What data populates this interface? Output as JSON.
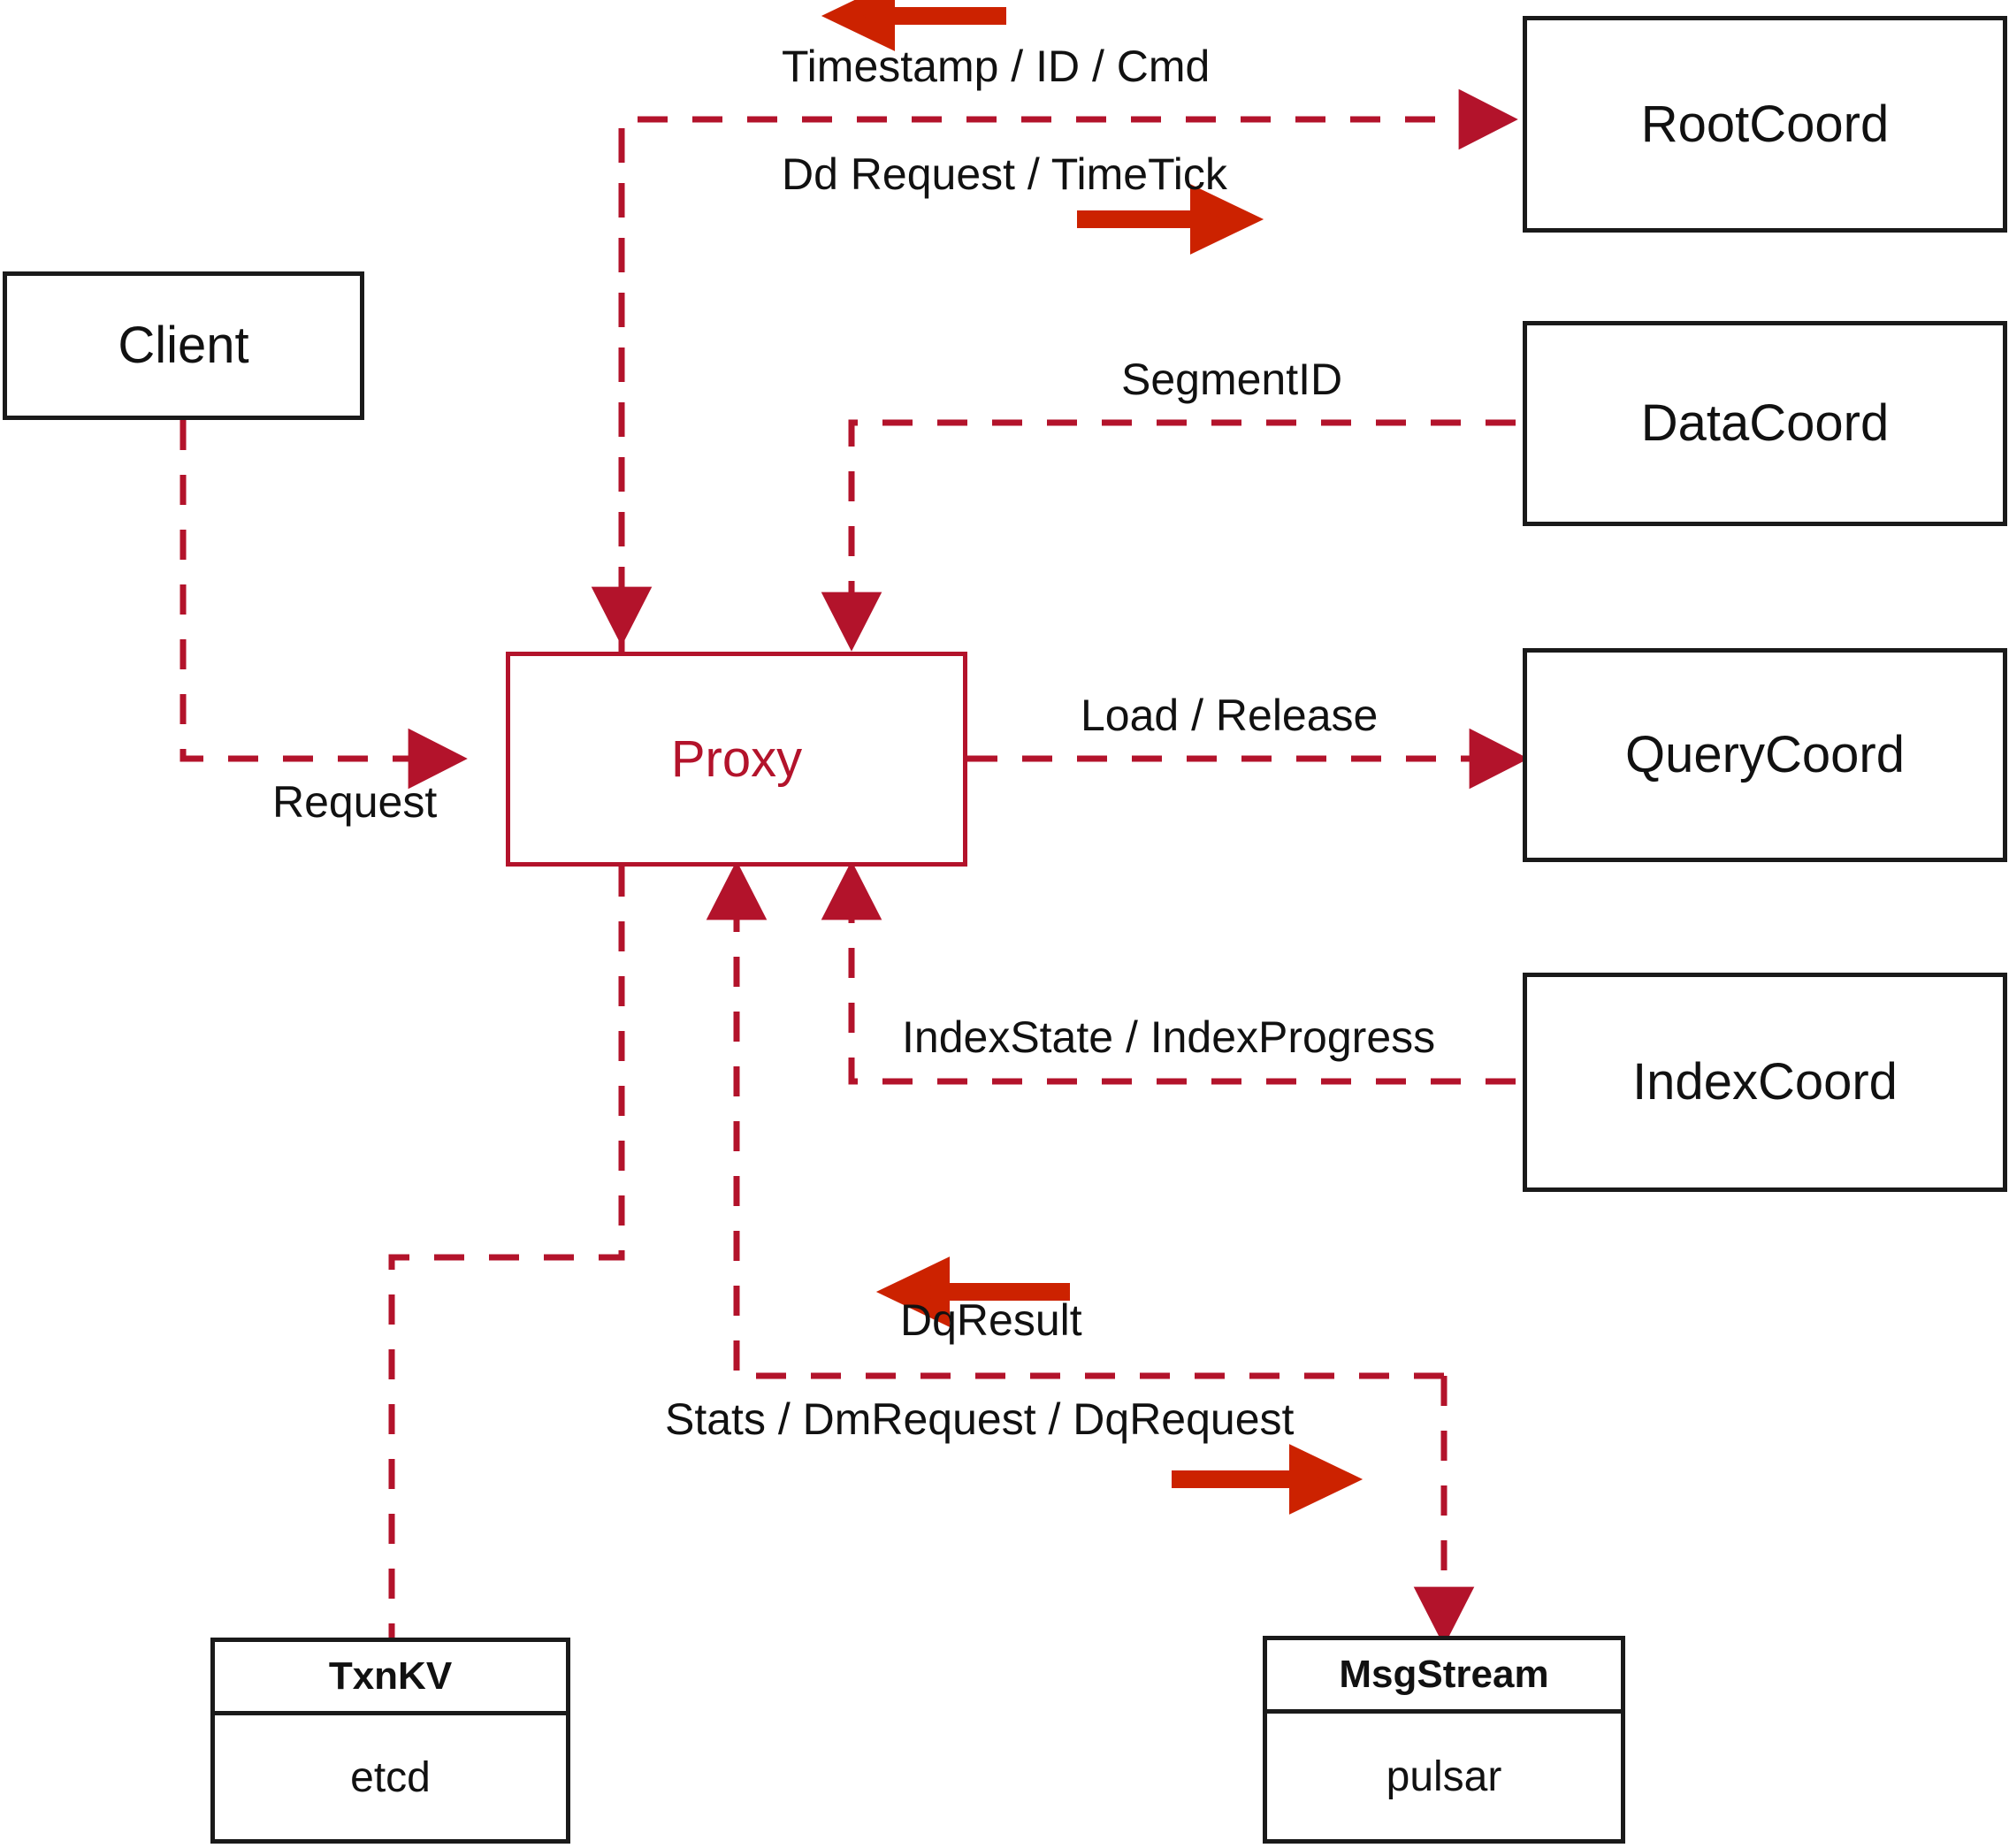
{
  "diagram": {
    "title": "Proxy component interaction diagram",
    "colors": {
      "node_stroke": "#1a1a1a",
      "proxy_stroke": "#b3132b",
      "flow_line": "#b3132b",
      "arrow_legend": "#cc2200",
      "background": "#ffffff",
      "text": "#111111"
    },
    "nodes": [
      {
        "id": "client",
        "label": "Client"
      },
      {
        "id": "proxy",
        "label": "Proxy"
      },
      {
        "id": "rootcoord",
        "label": "RootCoord"
      },
      {
        "id": "datacoord",
        "label": "DataCoord"
      },
      {
        "id": "querycoord",
        "label": "QueryCoord"
      },
      {
        "id": "indexcoord",
        "label": "IndexCoord"
      }
    ],
    "stacked_nodes": [
      {
        "id": "txnkv",
        "header": "TxnKV",
        "body": "etcd"
      },
      {
        "id": "msgstream",
        "header": "MsgStream",
        "body": "pulsar"
      }
    ],
    "edge_labels": [
      {
        "id": "timestamp-id-cmd",
        "text": "Timestamp / ID / Cmd"
      },
      {
        "id": "dd-request",
        "text": "Dd Request / TimeTick"
      },
      {
        "id": "segmentid",
        "text": "SegmentID"
      },
      {
        "id": "load-release",
        "text": "Load / Release"
      },
      {
        "id": "request",
        "text": "Request"
      },
      {
        "id": "index-state",
        "text": "IndexState / IndexProgress"
      },
      {
        "id": "dqresult",
        "text": "DqResult"
      },
      {
        "id": "stats-dm-dq",
        "text": "Stats / DmRequest / DqRequest"
      }
    ],
    "direction_arrows": [
      {
        "id": "arrow-timestamp-left",
        "direction": "left"
      },
      {
        "id": "arrow-ddrequest-right",
        "direction": "right"
      },
      {
        "id": "arrow-dqresult-left",
        "direction": "left"
      },
      {
        "id": "arrow-stats-right",
        "direction": "right"
      }
    ]
  }
}
